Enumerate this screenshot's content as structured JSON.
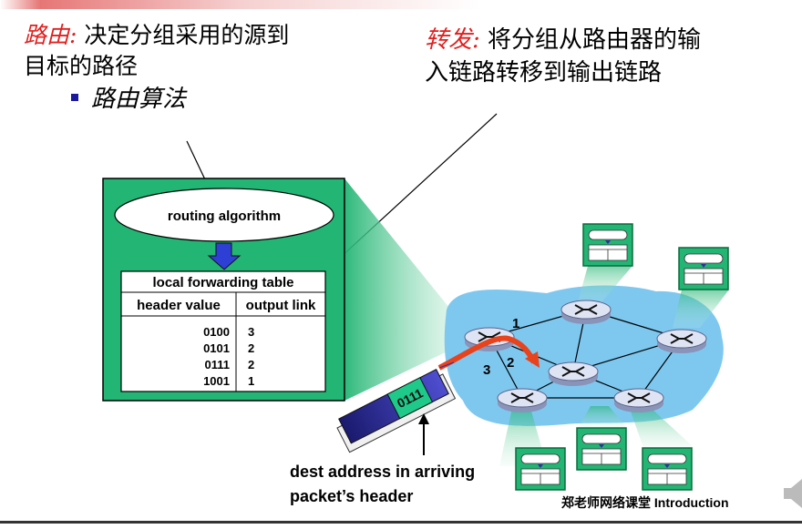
{
  "routing": {
    "term": "路由:",
    "desc_line1": " 决定分组采用的源到",
    "desc_line2": "目标的路径",
    "bullet": "路由算法"
  },
  "forwarding": {
    "term": "转发:",
    "desc_line1": " 将分组从路由器的输",
    "desc_line2": "入链路转移到输出链路"
  },
  "router_box": {
    "algorithm_label": "routing algorithm",
    "table_title": "local forwarding table",
    "col_header_value": "header value",
    "col_output_link": "output link",
    "rows": [
      {
        "header": "0100",
        "link": "3"
      },
      {
        "header": "0101",
        "link": "2"
      },
      {
        "header": "0111",
        "link": "2"
      },
      {
        "header": "1001",
        "link": "1"
      }
    ]
  },
  "link_labels": {
    "link1": "1",
    "link2": "2",
    "link3": "3"
  },
  "packet": {
    "header_bits": "0111"
  },
  "captions": {
    "dest_line1": "dest address in arriving",
    "dest_line2": "packet’s header",
    "footer": "郑老师网络课堂  Introduction"
  },
  "colors": {
    "router_box_green": "#22b573",
    "network_blue": "#7ec8f0",
    "router_gray": "#c9d0e8",
    "arrow_red": "#e8431c",
    "packet_blue": "#2e2fa0",
    "packet_teal": "#1ec98a"
  },
  "icons": [
    "router-icon",
    "mini-table-icon",
    "down-arrow-icon",
    "speaker-icon"
  ]
}
